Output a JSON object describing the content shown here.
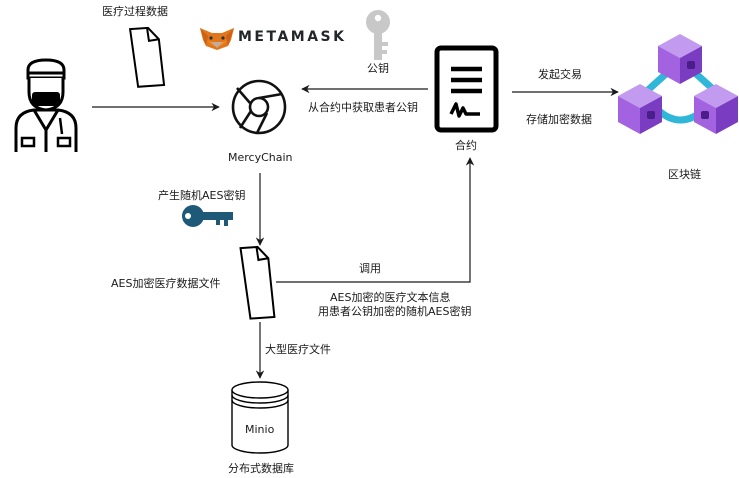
{
  "labels": {
    "medical_process_data": "医疗过程数据",
    "metamask": "METAMASK",
    "public_key": "公钥",
    "get_pubkey_from_contract": "从合约中获取患者公钥",
    "contract": "合约",
    "initiate_tx": "发起交易",
    "store_encrypted": "存储加密数据",
    "blockchain": "区块链",
    "mercychain": "MercyChain",
    "gen_aes_key": "产生随机AES密钥",
    "aes_encrypt_file": "AES加密医疗数据文件",
    "invoke": "调用",
    "aes_text_line1": "AES加密的医疗文本信息",
    "aes_text_line2": "用患者公钥加密的随机AES密钥",
    "large_files": "大型医疗文件",
    "minio": "Minio",
    "distributed_db": "分布式数据库"
  },
  "icons": {
    "doctor": "doctor-icon",
    "document": "document-icon",
    "metamask_fox": "metamask-fox-icon",
    "chrome": "chrome-icon",
    "key_gray": "key-icon",
    "contract": "contract-icon",
    "blockchain": "blockchain-cubes-icon",
    "key_blue": "aes-key-icon",
    "database": "database-icon"
  },
  "colors": {
    "line": "#1a1a1a",
    "key_gray": "#c8c8c8",
    "key_blue": "#1e5a78",
    "cube_face": "#a362e0",
    "cube_top": "#c29af0",
    "cube_dark": "#7a3cc0",
    "link": "#2fb6d8"
  }
}
